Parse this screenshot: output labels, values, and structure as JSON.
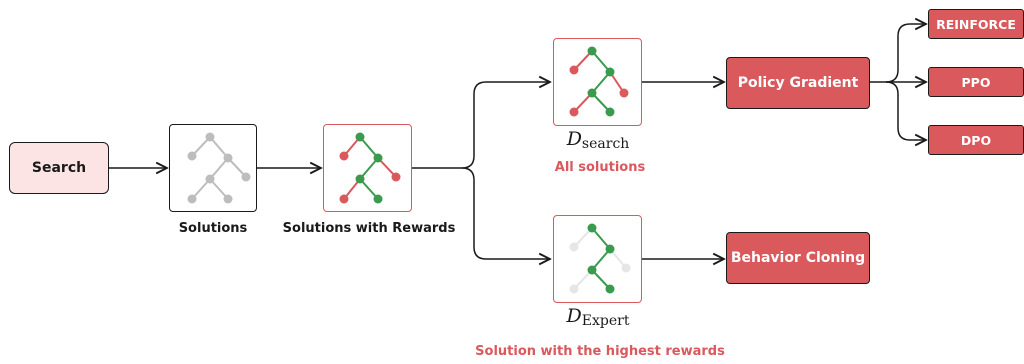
{
  "nodes": {
    "search": "Search",
    "policy_gradient": "Policy Gradient",
    "behavior_cloning": "Behavior Cloning",
    "reinforce": "REINFORCE",
    "ppo": "PPO",
    "dpo": "DPO"
  },
  "labels": {
    "solutions": "Solutions",
    "solutions_with_rewards": "Solutions with Rewards",
    "d_search_symbol": "D",
    "d_search_sub": "search",
    "d_search_caption": "All solutions",
    "d_expert_symbol": "D",
    "d_expert_sub": "Expert",
    "d_expert_caption": "Solution with the highest rewards"
  },
  "colors": {
    "accent_red": "#d9595c",
    "light_pink": "#fce4e4",
    "tree_gray": "#bdbdbd",
    "tree_green": "#3a9a4e",
    "tree_faded": "#e6e6e6"
  }
}
